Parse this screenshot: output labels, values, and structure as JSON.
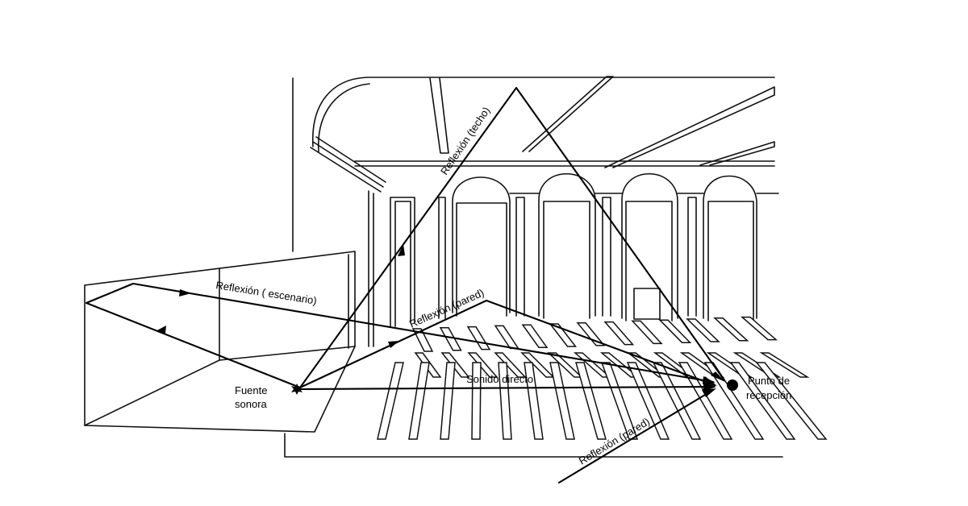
{
  "labels": {
    "source_line1": "Fuente",
    "source_line2": "sonora",
    "receiver_line1": "Punto de",
    "receiver_line2": "recepción",
    "ceiling_reflection": "Reflexión  (techo)",
    "stage_reflection": "Reflexión ( escenario)",
    "wall_reflection_upper": "Reflexión (pared)",
    "wall_reflection_lower": "Reflexión (pared)",
    "direct_sound": "Sonido directo"
  }
}
